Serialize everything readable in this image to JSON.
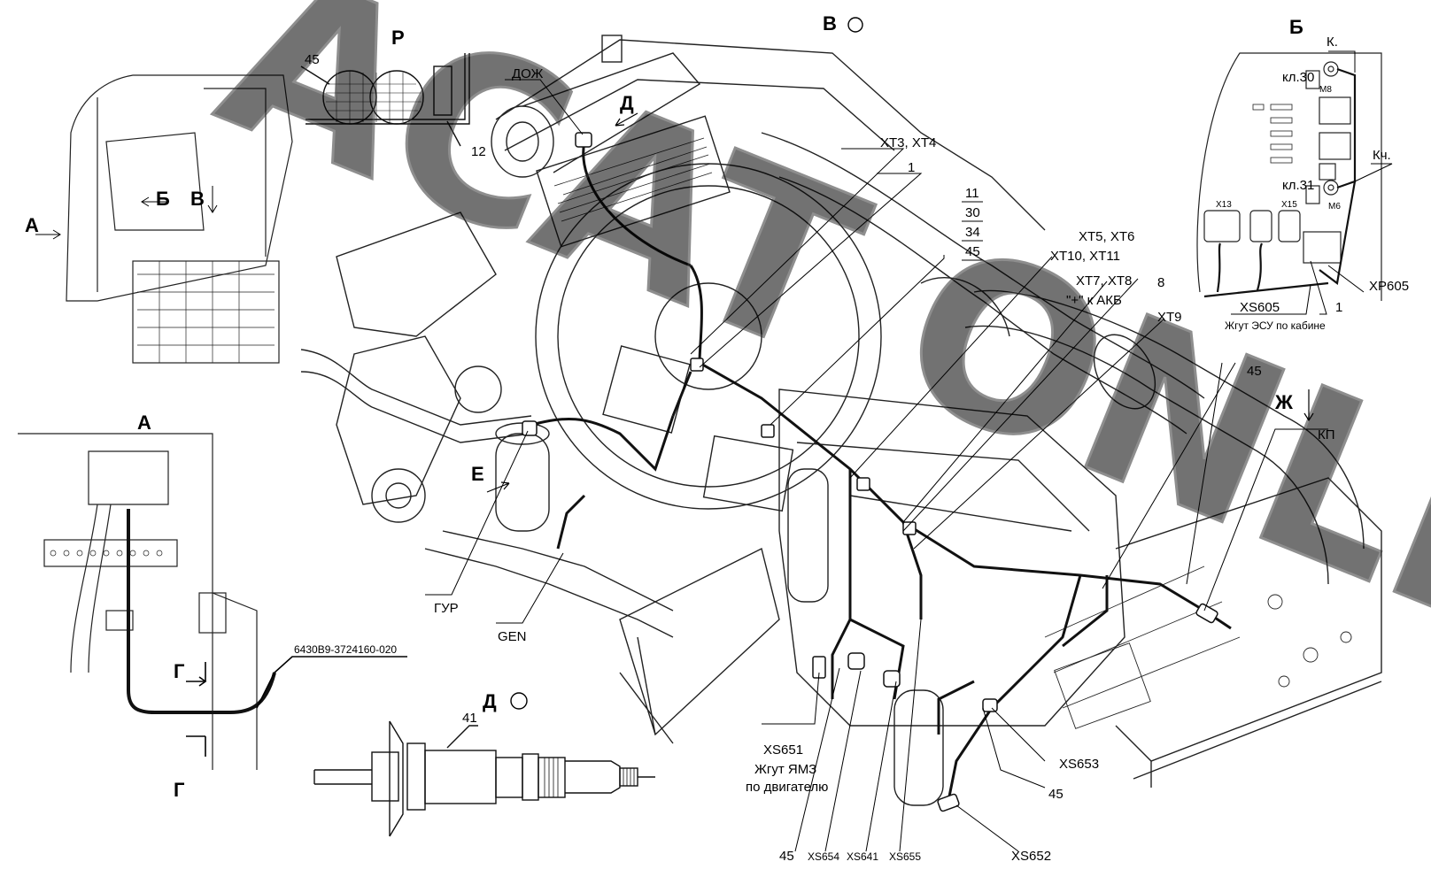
{
  "views": {
    "a_title": "А",
    "b_title": "Б",
    "v_title": "В",
    "d_title": "Д",
    "p_title": "Р",
    "a_arrow": "А",
    "b_arrow": "Б",
    "v_arrow": "В",
    "d_arrow": "Д",
    "e_arrow": "Е",
    "zh_arrow": "Ж",
    "g_top": "Г",
    "g_bottom": "Г"
  },
  "labels": {
    "dozh": "ДОЖ",
    "xt3_xt4": "XT3, XT4",
    "num_1": "1",
    "num_11": "11",
    "num_30": "30",
    "num_34": "34",
    "num_45_stack": "45",
    "xt5_xt6": "XT5, XT6",
    "xt10_xt11": "XT10, XT11",
    "xt7_xt8": "XT7, XT8",
    "akb": "\"+\" к АКБ",
    "num_8": "8",
    "xt9": "XT9",
    "num_45_right": "45",
    "kp": "КП",
    "gur": "ГУР",
    "gen": "GEN",
    "xs651": "XS651",
    "zhgut_yamz": "Жгут ЯМЗ",
    "po_dvigatelyu": "по двигателю",
    "num_45_bottom": "45",
    "xs654": "XS654",
    "xs641": "XS641",
    "xs655": "XS655",
    "xs653": "XS653",
    "num_45_mid": "45",
    "xs652": "XS652",
    "num_45_p": "45",
    "num_12": "12",
    "num_41": "41",
    "part_number": "6430B9-3724160-020",
    "k": "К.",
    "kl30": "кл.30",
    "m8": "М8",
    "kch": "Кч.",
    "kl31": "кл.31",
    "m6": "М6",
    "x13": "X13",
    "x15": "X15",
    "xp605": "XP605",
    "xs605": "XS605",
    "num_1_b": "1",
    "zhgut_esu": "Жгут ЭСУ по кабине"
  },
  "watermark": {
    "text": "ACAT ONLINE"
  }
}
